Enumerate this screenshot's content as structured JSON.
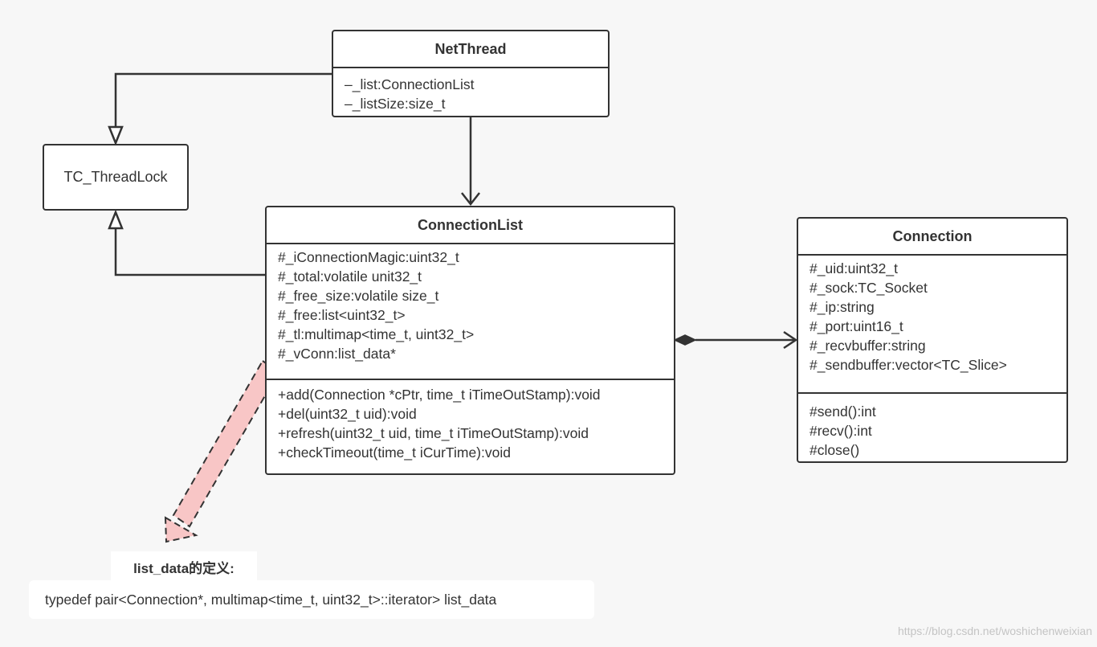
{
  "netthread": {
    "name": "NetThread",
    "attributes": [
      "–_list:ConnectionList",
      "–_listSize:size_t"
    ]
  },
  "threadlock": {
    "name": "TC_ThreadLock"
  },
  "connectionlist": {
    "name": "ConnectionList",
    "attributes": [
      "#_iConnectionMagic:uint32_t",
      "#_total:volatile unit32_t",
      "#_free_size:volatile size_t",
      "#_free:list<uint32_t>",
      "#_tl:multimap<time_t, uint32_t>",
      "#_vConn:list_data*"
    ],
    "methods": [
      "+add(Connection *cPtr, time_t iTimeOutStamp):void",
      "+del(uint32_t uid):void",
      "+refresh(uint32_t uid, time_t iTimeOutStamp):void",
      "+checkTimeout(time_t iCurTime):void"
    ]
  },
  "connection": {
    "name": "Connection",
    "attributes": [
      "#_uid:uint32_t",
      "#_sock:TC_Socket",
      "#_ip:string",
      "#_port:uint16_t",
      "#_recvbuffer:string",
      "#_sendbuffer:vector<TC_Slice>"
    ],
    "methods": [
      "#send():int",
      "#recv():int",
      "#close()"
    ]
  },
  "note": {
    "title": "list_data的定义:",
    "text": "typedef pair<Connection*, multimap<time_t, uint32_t>::iterator> list_data"
  },
  "watermark": "https://blog.csdn.net/woshichenweixian",
  "colors": {
    "line": "#333333",
    "pink_arrow_fill": "#f8c6c6",
    "background": "#f7f7f7"
  }
}
